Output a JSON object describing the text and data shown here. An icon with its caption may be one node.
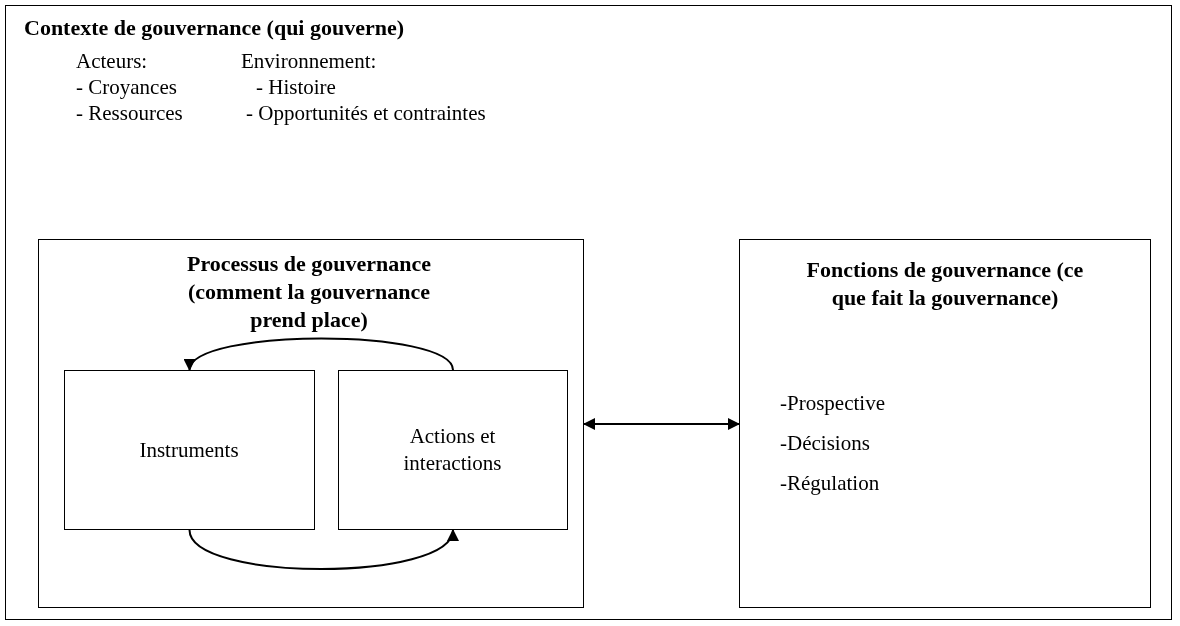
{
  "diagram": {
    "nodes": [
      {
        "text": [
          "Contexte de gouvernance (qui gouverne)",
          "Acteurs:",
          "- Croyances",
          "- Ressources",
          "Environnement:",
          "- Histoire",
          "- Opportunités et contraintes"
        ]
      },
      {
        "text": [
          "Processus de gouvernance (comment la gouvernance prend place)"
        ],
        "in": 0
      },
      {
        "text": [
          "Instruments"
        ],
        "in": 1
      },
      {
        "text": [
          "Actions et interactions"
        ],
        "in": 1
      },
      {
        "text": [
          "Fonctions de gouvernance (ce que fait la gouvernance)",
          "-Prospective",
          "-Décisions",
          "-Régulation"
        ],
        "in": 0
      }
    ],
    "edges": [
      {
        "from": 3,
        "to": 2,
        "arrow": "to"
      },
      {
        "from": 2,
        "to": 3,
        "arrow": "to"
      },
      {
        "from": 1,
        "to": 4,
        "arrow": "both"
      }
    ]
  }
}
